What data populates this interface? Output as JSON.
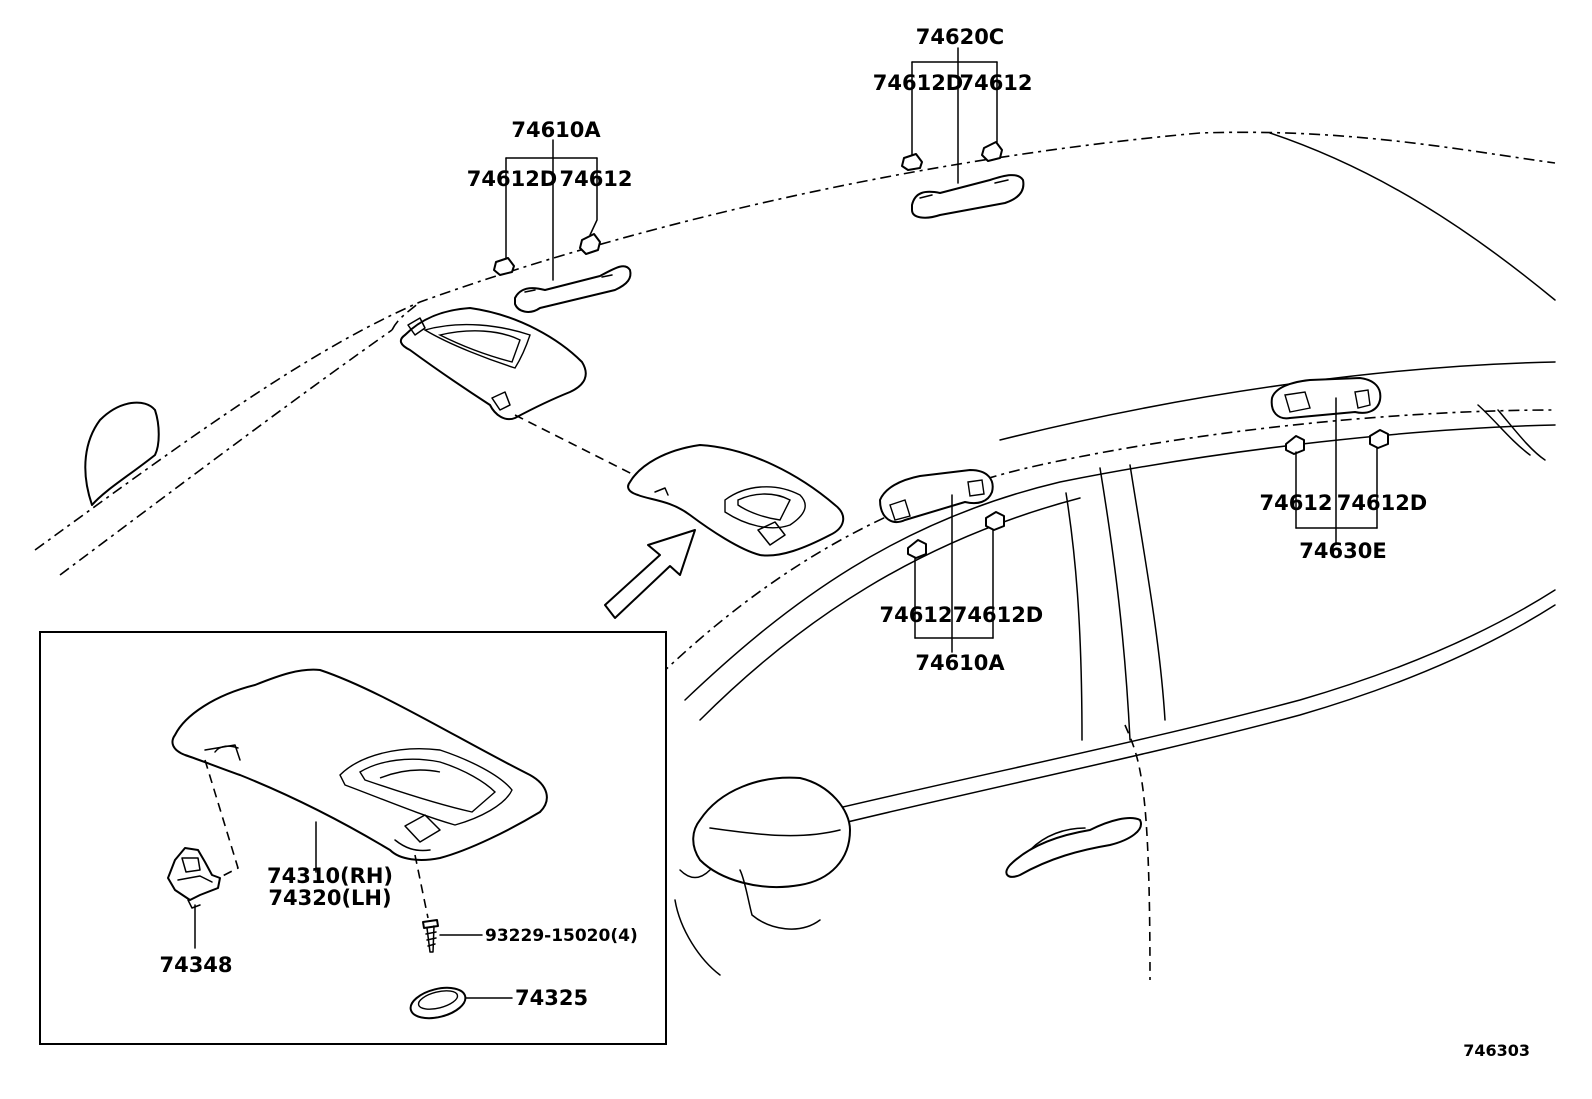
{
  "labels": {
    "assist_grip_front_upper": "74610A",
    "clip_d_front_upper": "74612D",
    "clip_front_upper": "74612",
    "assist_grip_rear_upper": "74620C",
    "clip_d_rear_upper": "74612D",
    "clip_rear_upper": "74612",
    "clip_rear_lower": "74612",
    "clip_d_rear_lower": "74612D",
    "assist_grip_rear_lower": "74630E",
    "clip_front_lower": "74612",
    "clip_d_front_lower": "74612D",
    "assist_grip_front_lower": "74610A",
    "visor_rh": "74310(RH)",
    "visor_lh": "74320(LH)",
    "visor_holder": "74348",
    "screw": "93229-15020(4)",
    "cover": "74325"
  },
  "reference_number": "746303"
}
